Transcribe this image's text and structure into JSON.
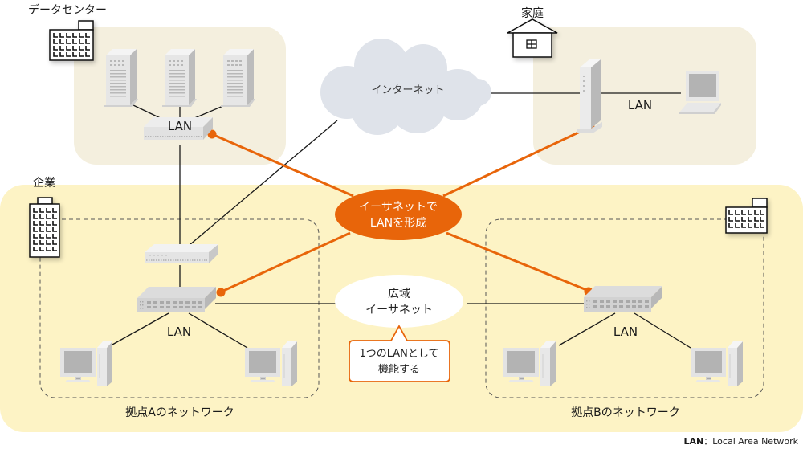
{
  "colors": {
    "orange": "#e8650a",
    "beige_zone": "#f4efde",
    "yellow_zone": "#fdf3c5",
    "cloud": "#dfe3ea",
    "device_light": "#ececec",
    "device_mid": "#d3d3d3",
    "device_dark": "#b5b5b5"
  },
  "zones": {
    "datacenter": {
      "label": "データセンター",
      "lan_label": "LAN"
    },
    "home": {
      "label": "家庭",
      "lan_label": "LAN"
    },
    "enterprise": {
      "label": "企業"
    },
    "site_a": {
      "label": "拠点Aのネットワーク",
      "lan_label": "LAN"
    },
    "site_b": {
      "label": "拠点Bのネットワーク",
      "lan_label": "LAN"
    }
  },
  "internet": {
    "label": "インターネット"
  },
  "ethernet_lan": {
    "line1": "イーサネットで",
    "line2": "LANを形成"
  },
  "wide_ethernet": {
    "line1": "広域",
    "line2": "イーサネット"
  },
  "callout": {
    "line1": "1つのLANとして",
    "line2": "機能する"
  },
  "footnote": {
    "abbr": "LAN",
    "separator": "：",
    "expansion": "Local Area Network"
  },
  "icons": [
    "building-icon",
    "house-icon",
    "server-icon",
    "switch-icon",
    "router-icon",
    "wifi-router-icon",
    "laptop-icon",
    "desktop-pc-icon",
    "cloud-icon"
  ]
}
